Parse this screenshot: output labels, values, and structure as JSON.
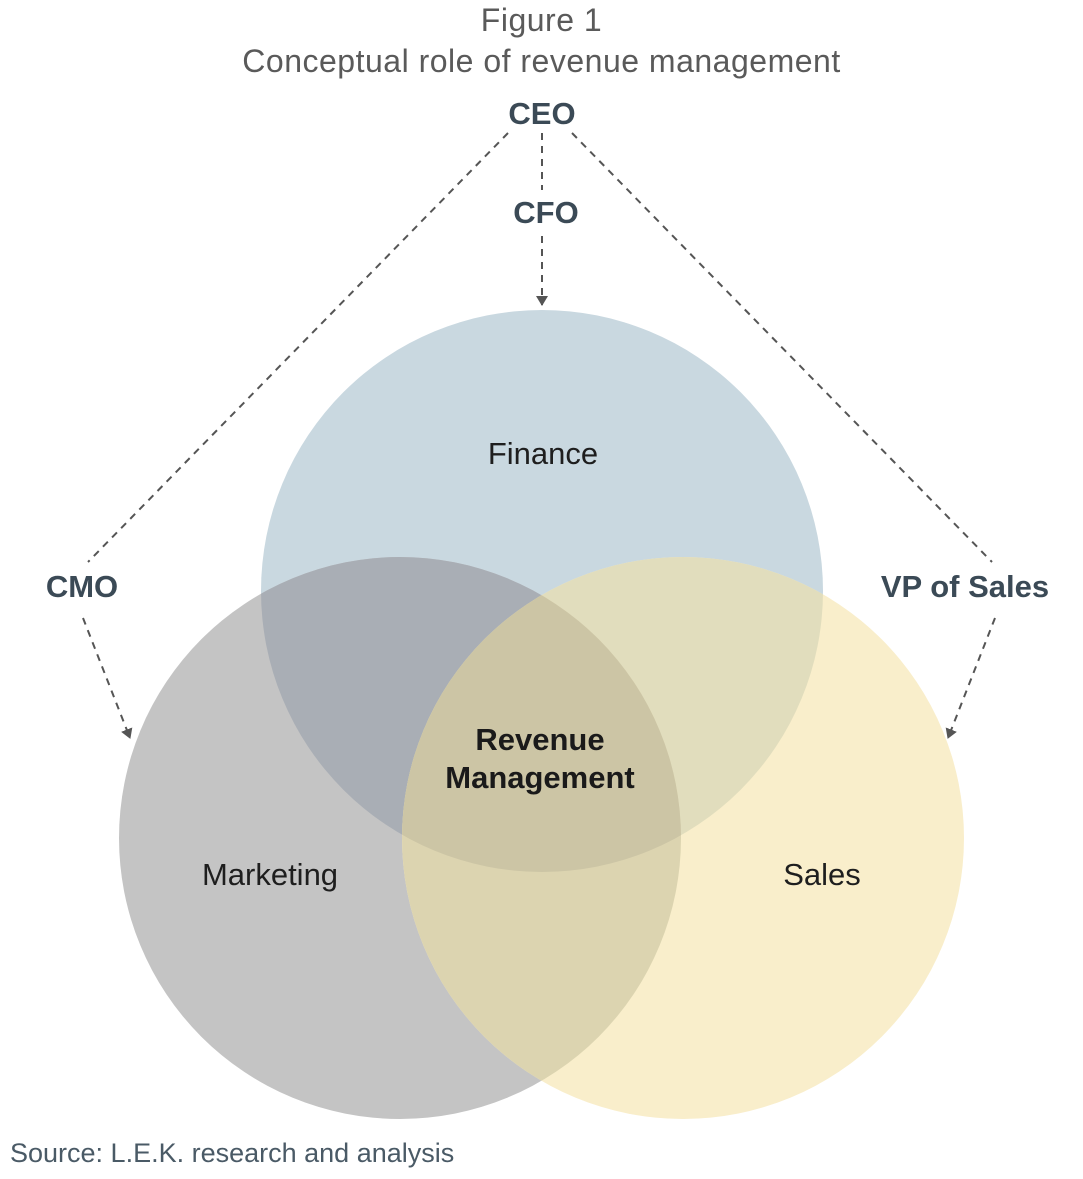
{
  "figure": {
    "number": "Figure 1",
    "title": "Conceptual role of revenue management"
  },
  "roles": {
    "ceo": "CEO",
    "cfo": "CFO",
    "cmo": "CMO",
    "vp_sales": "VP of Sales"
  },
  "areas": {
    "finance": "Finance",
    "marketing": "Marketing",
    "sales": "Sales"
  },
  "center": {
    "line1": "Revenue",
    "line2": "Management"
  },
  "colors": {
    "finance": "#c9d8e0",
    "marketing": "#c4c4c4",
    "sales": "#f9eecb",
    "arrow": "#555555",
    "role_text": "#3b4a56"
  },
  "source": "Source: L.E.K. research and analysis"
}
